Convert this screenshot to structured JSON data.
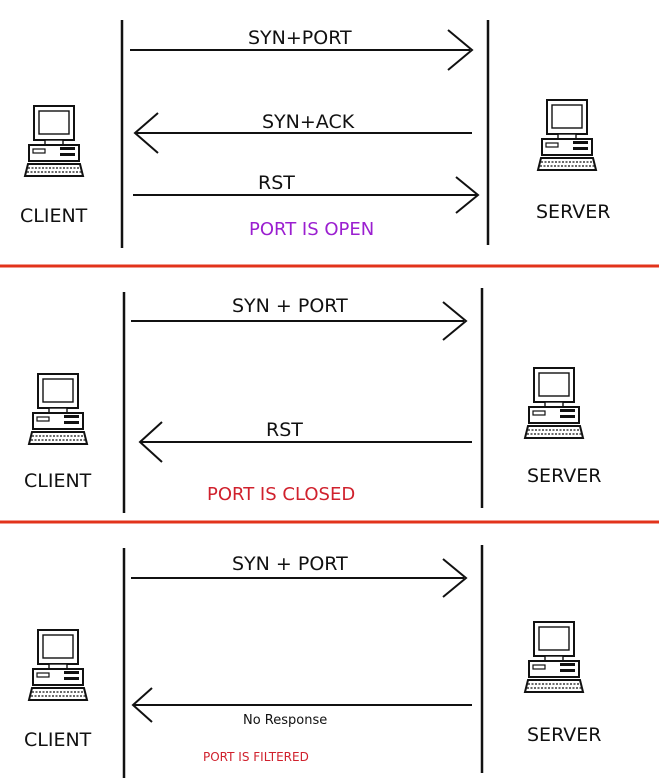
{
  "colors": {
    "line": "#111111",
    "divider": "#e2331b",
    "open": "#9b1fd0",
    "closed": "#d0212d",
    "filtered": "#d0212d"
  },
  "icons": {
    "computer": "desktop-computer-icon"
  },
  "panels": [
    {
      "client_label": "CLIENT",
      "server_label": "SERVER",
      "status": "PORT IS OPEN",
      "messages": [
        {
          "label": "SYN+PORT",
          "direction": "to-server"
        },
        {
          "label": "SYN+ACK",
          "direction": "to-client"
        },
        {
          "label": "RST",
          "direction": "to-server"
        }
      ]
    },
    {
      "client_label": "CLIENT",
      "server_label": "SERVER",
      "status": "PORT IS CLOSED",
      "messages": [
        {
          "label": "SYN + PORT",
          "direction": "to-server"
        },
        {
          "label": "RST",
          "direction": "to-client"
        }
      ]
    },
    {
      "client_label": "CLIENT",
      "server_label": "SERVER",
      "status": "PORT IS FILTERED",
      "messages": [
        {
          "label": "SYN + PORT",
          "direction": "to-server"
        },
        {
          "label": "No Response",
          "direction": "to-client"
        }
      ]
    }
  ]
}
